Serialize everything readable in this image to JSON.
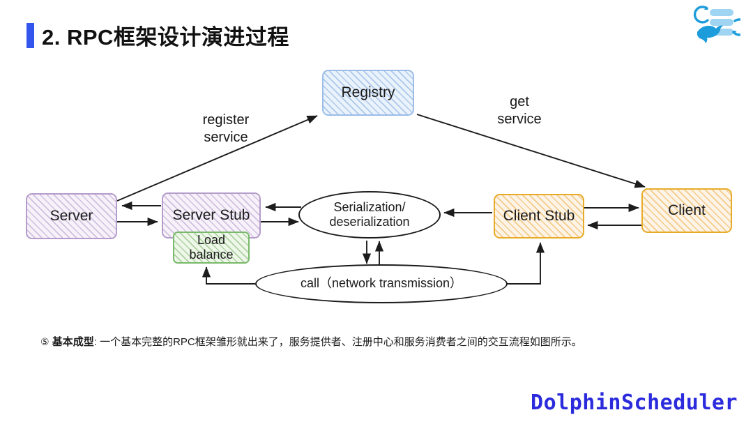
{
  "slide": {
    "title": "2. RPC框架设计演进过程",
    "accent_color": "#3355ee"
  },
  "logo": {
    "name": "dolphinscheduler-logo-icon",
    "primary_color": "#1d9cdc",
    "secondary_color": "#9fd4f2"
  },
  "diagram": {
    "nodes": [
      {
        "id": "registry",
        "label": "Registry",
        "color": "#9bbde8"
      },
      {
        "id": "server",
        "label": "Server",
        "color": "#b49ccb"
      },
      {
        "id": "server_stub",
        "label": "Server Stub",
        "color": "#b49ccb"
      },
      {
        "id": "load_balance",
        "label": "Load\nbalance",
        "color": "#79b96a"
      },
      {
        "id": "serialization",
        "label": "Serialization/\ndeserialization",
        "color": "#1c1c1c"
      },
      {
        "id": "client_stub",
        "label": "Client Stub",
        "color": "#e8ab29"
      },
      {
        "id": "client",
        "label": "Client",
        "color": "#e8ab29"
      },
      {
        "id": "call",
        "label": "call（network transmission）",
        "color": "#1c1c1c"
      }
    ],
    "edge_labels": {
      "register": "register\nservice",
      "get": "get\nservice"
    }
  },
  "caption": {
    "marker": "⑤",
    "bold": "基本成型",
    "rest": ": 一个基本完整的RPC框架雏形就出来了，服务提供者、注册中心和服务消费者之间的交互流程如图所示。"
  },
  "footer": {
    "wordmark": "DolphinScheduler",
    "color": "#2b2bdd"
  }
}
